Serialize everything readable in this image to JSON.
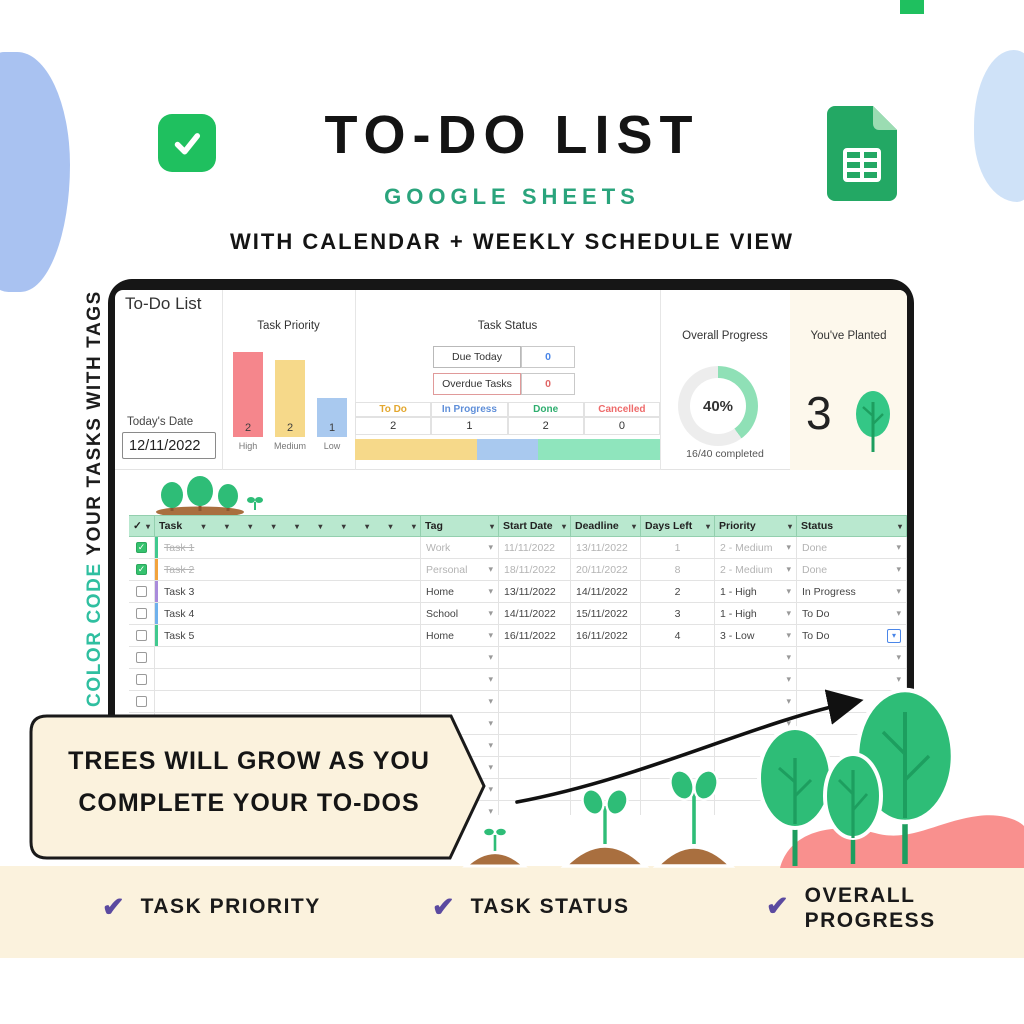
{
  "header": {
    "title": "TO-DO LIST",
    "subtitle": "GOOGLE SHEETS",
    "tagline": "WITH CALENDAR + WEEKLY SCHEDULE VIEW"
  },
  "side_note": {
    "highlight": "COLOR CODE",
    "rest": " YOUR TASKS WITH TAGS"
  },
  "sheet": {
    "title": "To-Do List",
    "today_label": "Today's Date",
    "today_value": "12/11/2022"
  },
  "priority_chart": {
    "type": "bar",
    "title": "Task Priority",
    "categories": [
      "High",
      "Medium",
      "Low"
    ],
    "values": [
      "2",
      "2",
      "1"
    ],
    "colors": [
      "#f5868c",
      "#f6d98a",
      "#a9c9ef"
    ]
  },
  "status_panel": {
    "title": "Task Status",
    "due_today_label": "Due Today",
    "due_today_value": "0",
    "overdue_label": "Overdue Tasks",
    "overdue_value": "0",
    "columns": [
      {
        "label": "To Do",
        "value": "2",
        "color": "#e3a72f"
      },
      {
        "label": "In Progress",
        "value": "1",
        "color": "#5f8fd9"
      },
      {
        "label": "Done",
        "value": "2",
        "color": "#2fae6f"
      },
      {
        "label": "Cancelled",
        "value": "0",
        "color": "#ee6a6a"
      }
    ],
    "stacked_bar": [
      {
        "label": "To Do",
        "pct": 40,
        "color": "#f6d98a"
      },
      {
        "label": "In Progress",
        "pct": 20,
        "color": "#a9c9ef"
      },
      {
        "label": "Done",
        "pct": 40,
        "color": "#8fe5bd"
      }
    ]
  },
  "progress_panel": {
    "title": "Overall Progress",
    "pct": "40%",
    "pct_value": 40,
    "caption": "16/40 completed"
  },
  "planted_panel": {
    "title": "You've Planted",
    "count": "3"
  },
  "table": {
    "headers": [
      "✓",
      "Task",
      "Tag",
      "Start Date",
      "Deadline",
      "Days Left",
      "Priority",
      "Status"
    ],
    "rows": [
      {
        "done": true,
        "task": "Task 1",
        "tag": "Work",
        "start": "11/11/2022",
        "deadline": "13/11/2022",
        "days_left": "1",
        "priority": "2 - Medium",
        "status": "Done",
        "tag_color": "#41c98f"
      },
      {
        "done": true,
        "task": "Task 2",
        "tag": "Personal",
        "start": "18/11/2022",
        "deadline": "20/11/2022",
        "days_left": "8",
        "priority": "2 - Medium",
        "status": "Done",
        "tag_color": "#f2a33c"
      },
      {
        "done": false,
        "task": "Task 3",
        "tag": "Home",
        "start": "13/11/2022",
        "deadline": "14/11/2022",
        "days_left": "2",
        "priority": "1 - High",
        "status": "In Progress",
        "tag_color": "#a98bdb"
      },
      {
        "done": false,
        "task": "Task 4",
        "tag": "School",
        "start": "14/11/2022",
        "deadline": "15/11/2022",
        "days_left": "3",
        "priority": "1 - High",
        "status": "To Do",
        "tag_color": "#6fb1ec"
      },
      {
        "done": false,
        "task": "Task 5",
        "tag": "Home",
        "start": "16/11/2022",
        "deadline": "16/11/2022",
        "days_left": "4",
        "priority": "3 - Low",
        "status": "To Do",
        "tag_color": "#41c98f"
      }
    ]
  },
  "callout": {
    "line1": "TREES WILL GROW AS YOU",
    "line2": "COMPLETE YOUR TO-DOS"
  },
  "features": [
    {
      "label": "TASK PRIORITY"
    },
    {
      "label": "TASK STATUS"
    },
    {
      "label": "OVERALL PROGRESS"
    }
  ],
  "icons": {
    "check": "✓",
    "filter": "▾",
    "dropdown": "▾",
    "feature_check": "✔"
  },
  "colors": {
    "accent_green": "#1fc05f",
    "sheets_green": "#23a864",
    "teal_text": "#2aa47c",
    "mint_header": "#b9e8cf",
    "cream": "#fbf2dd",
    "pink_blob": "#f9908e",
    "blue_blob": "#a9c2f1",
    "light_blue_blob": "#cfe2f8",
    "purple_check": "#5b4aa0",
    "dirt": "#a96f3f",
    "tree_green": "#2ebd77",
    "due_value_blue": "#4a86e8",
    "overdue_red": "#e06666"
  }
}
